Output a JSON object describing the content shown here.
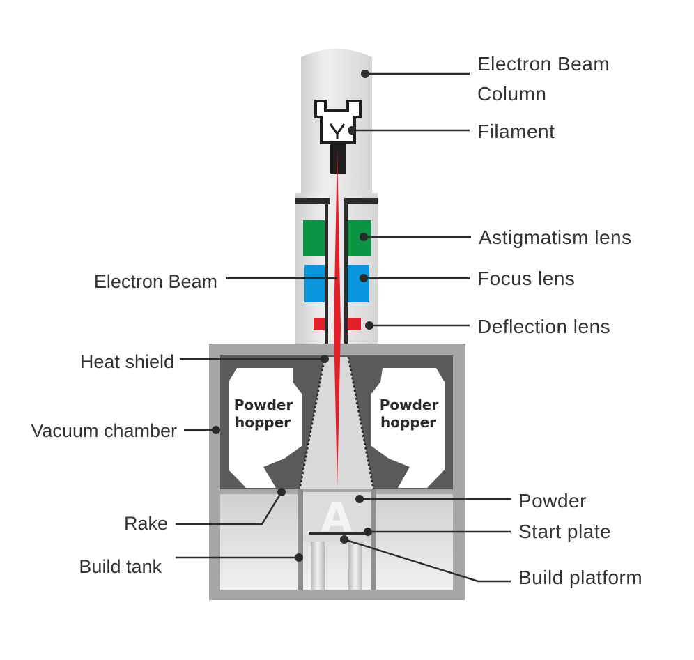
{
  "labels": {
    "electron_beam_column_line1": "Electron Beam",
    "electron_beam_column_line2": "Column",
    "filament": "Filament",
    "astigmatism_lens": "Astigmatism lens",
    "focus_lens": "Focus lens",
    "deflection_lens": "Deflection lens",
    "electron_beam": "Electron Beam",
    "heat_shield": "Heat shield",
    "vacuum_chamber": "Vacuum chamber",
    "rake": "Rake",
    "build_tank": "Build tank",
    "powder": "Powder",
    "start_plate": "Start plate",
    "build_platform": "Build platform",
    "powder_hopper_line1": "Powder",
    "powder_hopper_line2": "hopper",
    "part_letter": "A"
  },
  "colors": {
    "astigmatism_lens": "#0a9444",
    "focus_lens": "#0a96dc",
    "deflection_lens": "#e3202a",
    "electron_beam": "#e3202a",
    "column": "#e4e4e4",
    "chamber_frame": "#a6a6a6",
    "chamber_dark": "#5a5a5a",
    "leader": "#2b2b2b"
  }
}
